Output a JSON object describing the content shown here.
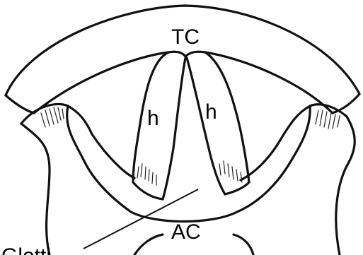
{
  "labels": {
    "top_commissure": "TC",
    "left_fold": "h",
    "right_fold": "h",
    "anterior_commissure": "AC",
    "glottis": "Glotti"
  }
}
